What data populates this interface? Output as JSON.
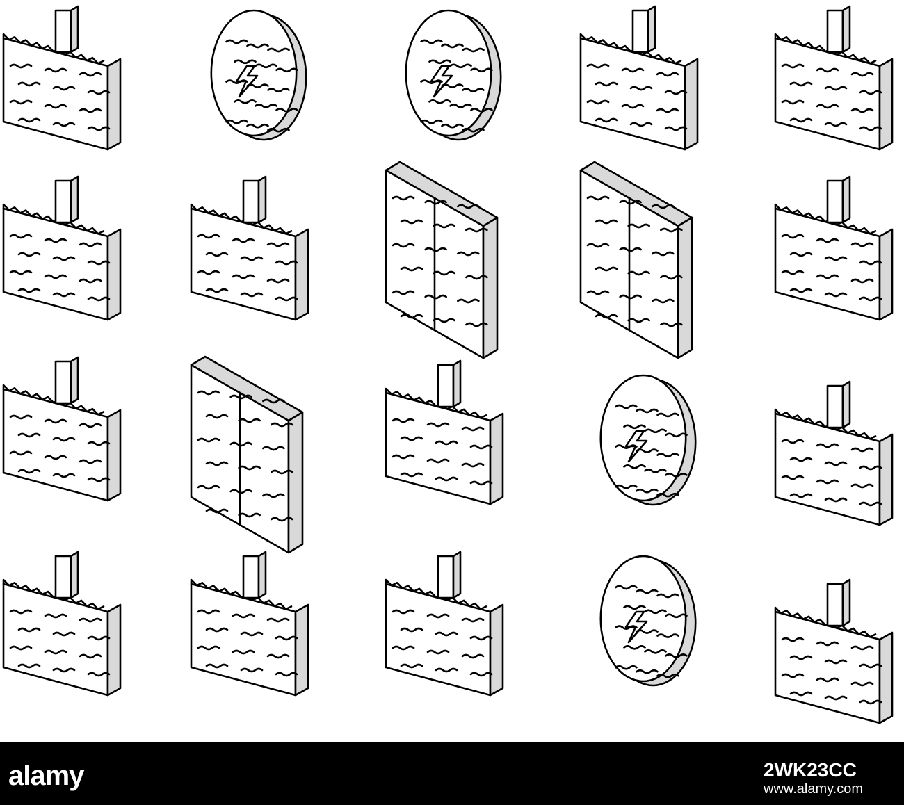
{
  "image": {
    "background": "#ffffff",
    "line_color": "#000000",
    "shade_color": "#d9d9d9"
  },
  "footer": {
    "background": "#000000",
    "logo_text": "alamy",
    "stock_id": "2WK23CC",
    "url": "www.alamy.com"
  },
  "icons": [
    {
      "name": "tidal-power-plant-ship-icon"
    },
    {
      "name": "ocean-lightning-circle-icon"
    },
    {
      "name": "ocean-current-circle-icon"
    },
    {
      "name": "tidal-barrage-icon"
    },
    {
      "name": "shore-power-station-icon"
    },
    {
      "name": "wave-breaking-structure-icon"
    },
    {
      "name": "oscillating-wave-surge-icon"
    },
    {
      "name": "tidal-stream-arrows-icon"
    },
    {
      "name": "underwater-kite-icon"
    },
    {
      "name": "wave-farm-platform-icon"
    },
    {
      "name": "floating-buoys-icon"
    },
    {
      "name": "underwater-wind-turbine-icon"
    },
    {
      "name": "tidal-turbines-tower-icon"
    },
    {
      "name": "ocean-sphere-energy-icon"
    },
    {
      "name": "floating-platform-turbine-icon"
    },
    {
      "name": "seabed-anchor-buoy-icon"
    },
    {
      "name": "shore-energy-coin-icon"
    },
    {
      "name": "ring-buoy-boat-icon"
    },
    {
      "name": "ocean-flow-arrows-circle-icon"
    },
    {
      "name": "cliff-power-station-icon"
    }
  ]
}
